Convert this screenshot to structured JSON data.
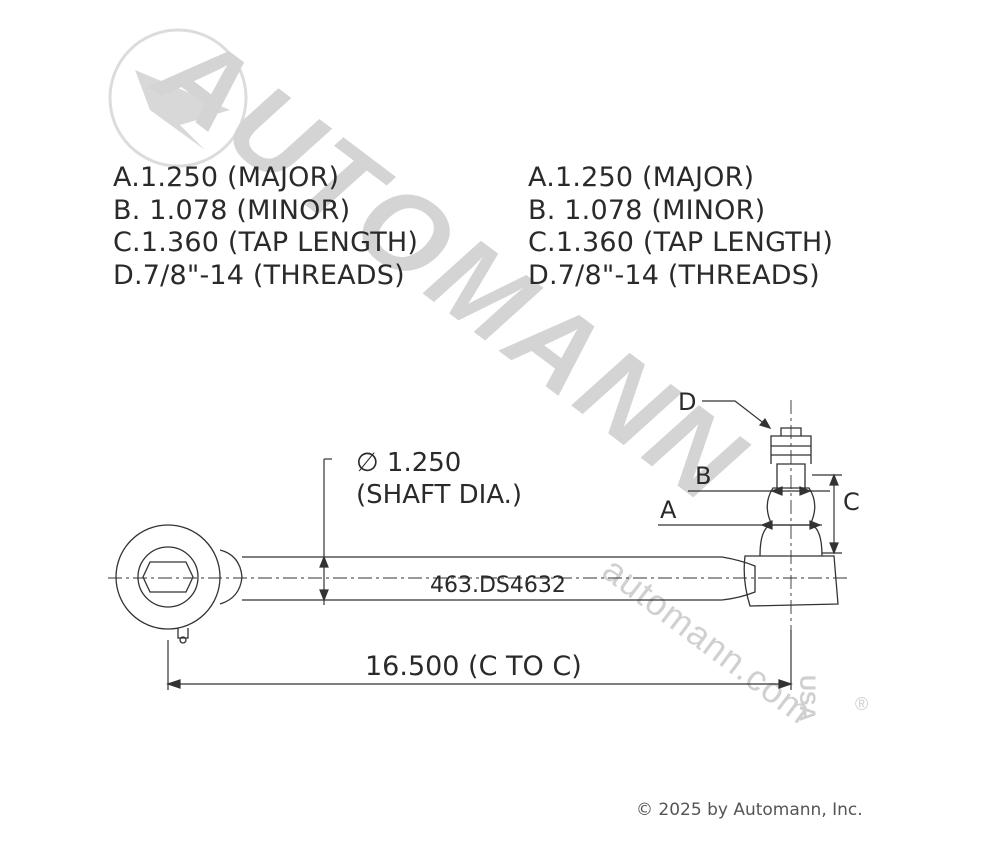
{
  "watermark": {
    "brand_text": "AUTOMANN",
    "usa_text": "USA",
    "registered_mark": "®",
    "site_text": "automann.com"
  },
  "specs_left": [
    "A.1.250 (MAJOR)",
    "B. 1.078 (MINOR)",
    "C.1.360 (TAP LENGTH)",
    "D.7/8\"-14 (THREADS)"
  ],
  "specs_right": [
    "A.1.250 (MAJOR)",
    "B. 1.078 (MINOR)",
    "C.1.360 (TAP LENGTH)",
    "D.7/8\"-14 (THREADS)"
  ],
  "callouts": {
    "d": "D",
    "b": "B",
    "a": "A",
    "c": "C",
    "shaft_dia_value": "∅ 1.250",
    "shaft_dia_label": "(SHAFT DIA.)",
    "part_number": "463.DS4632",
    "center_length": "16.500 (C TO C)"
  },
  "copyright": "© 2025 by Automann, Inc.",
  "colors": {
    "watermark": "#d6d6d6",
    "line": "#333333",
    "text": "#2a2a2a"
  }
}
